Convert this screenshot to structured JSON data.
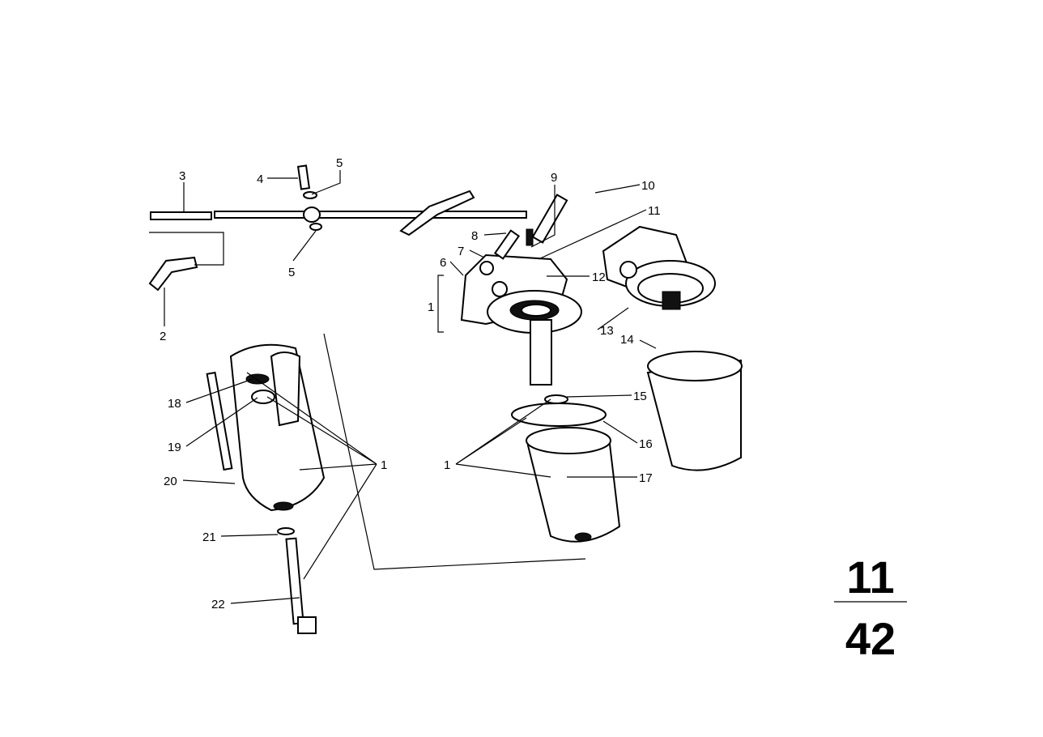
{
  "diagram": {
    "group_number": "11",
    "page_number": "42",
    "callouts": {
      "c3": "3",
      "c4": "4",
      "c5a": "5",
      "c5b": "5",
      "c2": "2",
      "c9": "9",
      "c10": "10",
      "c11": "11",
      "c8": "8",
      "c7": "7",
      "c6": "6",
      "c12": "12",
      "c1a": "1",
      "c13": "13",
      "c14": "14",
      "c15": "15",
      "c16": "16",
      "c17": "17",
      "c1b": "1",
      "c18": "18",
      "c19": "19",
      "c20": "20",
      "c1c": "1",
      "c21": "21",
      "c22": "22"
    }
  }
}
